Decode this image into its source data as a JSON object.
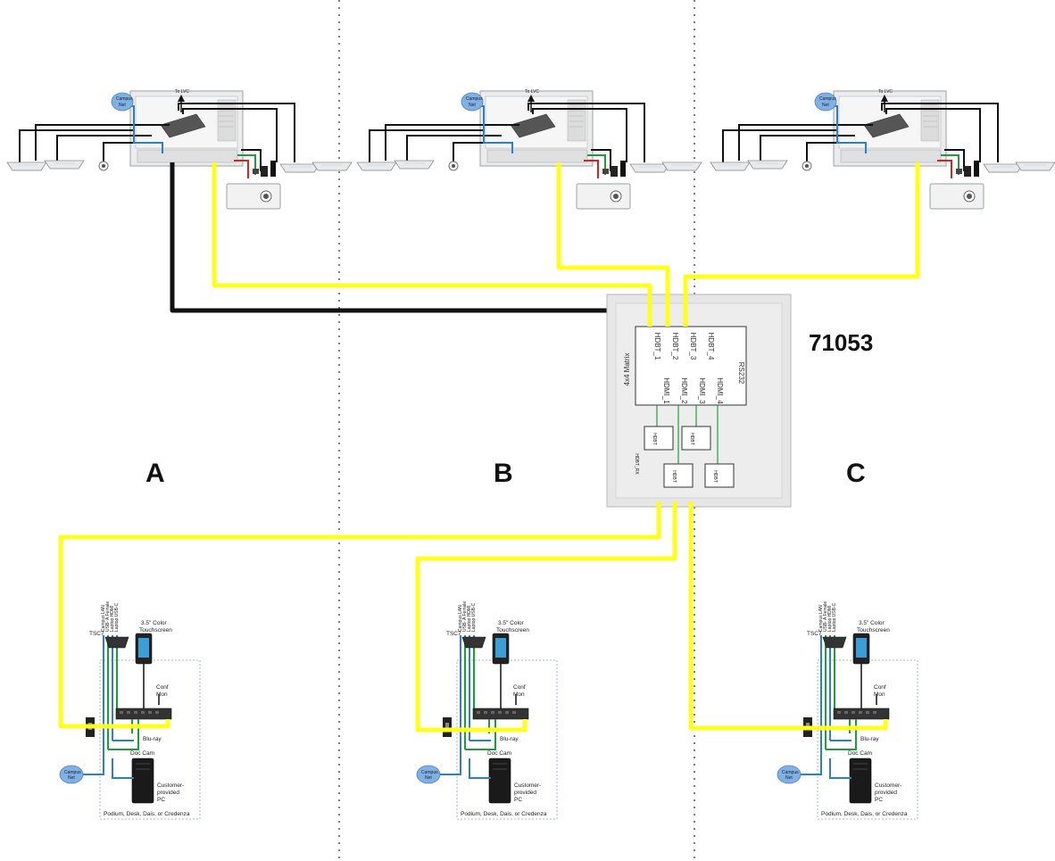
{
  "room_number": "71053",
  "zones": [
    {
      "letter": "A"
    },
    {
      "letter": "B"
    },
    {
      "letter": "C"
    }
  ],
  "ceiling": {
    "lvc_label": "To LVC",
    "cloud_label_1": "Campus",
    "cloud_label_2": "Net"
  },
  "matrix": {
    "title": "4x4 Matrix",
    "hdbt_ports": [
      "HDBT_1",
      "HDBT_2",
      "HDBT_3",
      "HDBT_4"
    ],
    "hdmi_ports": [
      "HDMI_1",
      "HDMI_2",
      "HDMI_3",
      "HDMI_4"
    ],
    "serial_port": "RS232",
    "tx_label": "HDBT_RX",
    "module_label": "HDBT"
  },
  "podium": {
    "ports": [
      "Campus LAN",
      "USB- A Female",
      "Laptop HDMI",
      "Laptop USB-C"
    ],
    "tsc_label": "TSC7",
    "touchscreen_line1": "3.5\" Color",
    "touchscreen_line2": "Touchscreen",
    "conf_mon_line1": "Conf",
    "conf_mon_line2": "Mon",
    "bluray": "Blu-ray",
    "doccam": "Doc Cam",
    "pc_line1": "Customer-",
    "pc_line2": "provided",
    "pc_line3": "PC",
    "cloud_line1": "Campus",
    "cloud_line2": "Net",
    "furniture": "Podium, Desk, Dais, or Credenza"
  },
  "colors": {
    "hdbt_cable": "#ffff1e",
    "control_cable": "#111111",
    "network_cable": "#2a7fd4",
    "hdmi_cable": "#1e9e3a",
    "power_cable": "#e02020",
    "matrix_plate": "#e6e6e6"
  }
}
